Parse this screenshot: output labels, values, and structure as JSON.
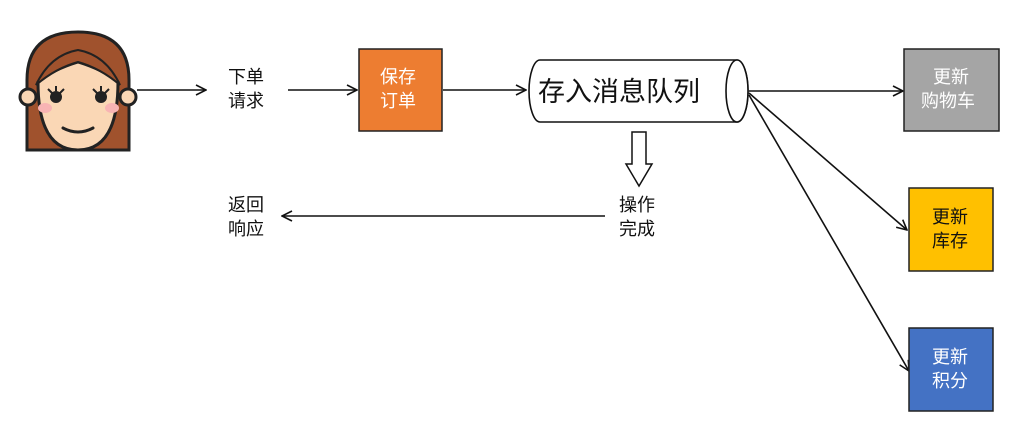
{
  "labels": {
    "place_order": [
      "下单",
      "请求"
    ],
    "save_order": [
      "保存",
      "订单"
    ],
    "queue": "存入消息队列",
    "operation_done": [
      "操作",
      "完成"
    ],
    "return_response": [
      "返回",
      "响应"
    ],
    "update_cart": [
      "更新",
      "购物车"
    ],
    "update_inventory": [
      "更新",
      "库存"
    ],
    "update_points": [
      "更新",
      "积分"
    ]
  },
  "colors": {
    "save_order": "#ED7D31",
    "update_cart": "#A5A5A5",
    "update_inventory": "#FFC000",
    "update_points": "#4472C4",
    "hair": "#A0522D",
    "skin": "#FAD7B5",
    "cheek": "#F8B4B4"
  },
  "icons": {
    "user": "girl-avatar-icon"
  }
}
